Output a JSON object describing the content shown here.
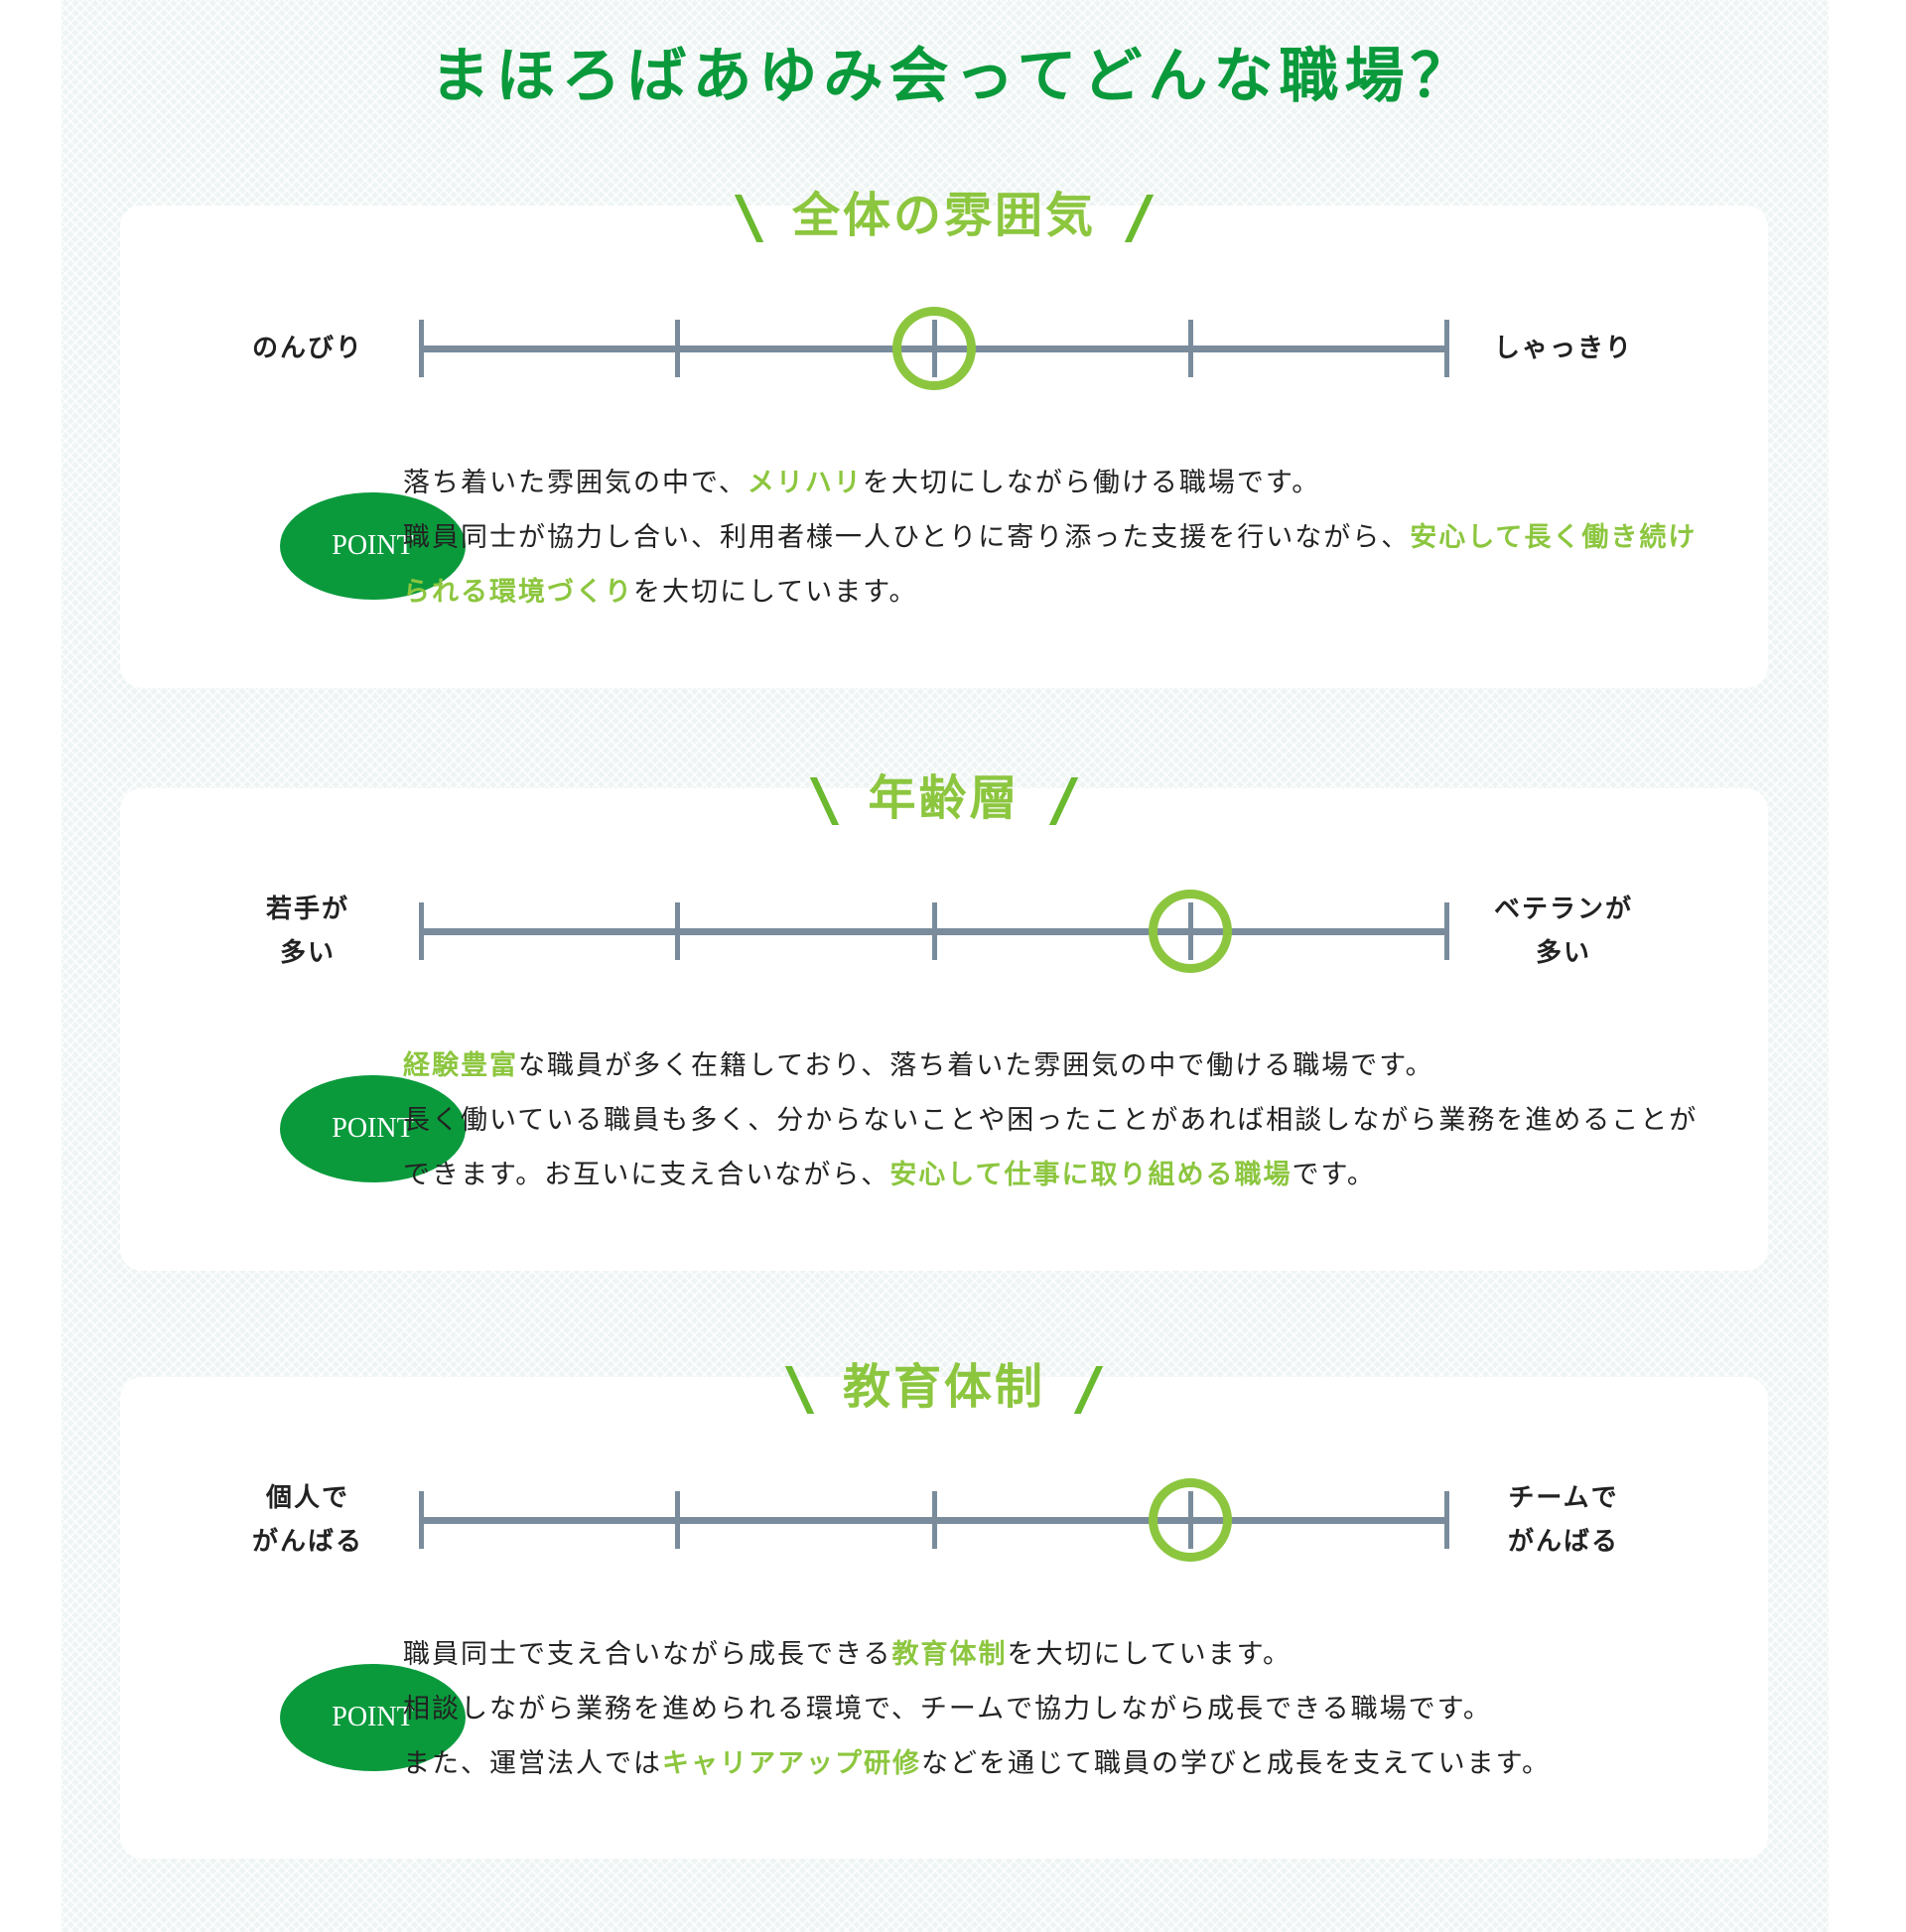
{
  "title": "まほろばあゆみ会ってどんな職場？",
  "colors": {
    "title": "#0a9a3c",
    "accent": "#8cc63f",
    "scale": "#7a8c9c",
    "point": "#0a9a3c"
  },
  "point_label": "POINT",
  "sections": [
    {
      "heading": "全体の雰囲気",
      "left_label": [
        "のんびり"
      ],
      "right_label": [
        "しゃっきり"
      ],
      "ticks": 5,
      "value": 0.5,
      "text": [
        [
          {
            "t": "落ち着いた雰囲気の中で、"
          },
          {
            "t": "メリハリ",
            "hl": true
          },
          {
            "t": "を大切にしながら働ける職場です。"
          }
        ],
        [
          {
            "t": "職員同士が協力し合い、利用者様一人ひとりに寄り添った支援を行いながら、"
          },
          {
            "t": "安心して長く働き続けられる環境づくり",
            "hl": true
          },
          {
            "t": "を大切にしています。"
          }
        ]
      ]
    },
    {
      "heading": "年齢層",
      "left_label": [
        "若手が",
        "多い"
      ],
      "right_label": [
        "ベテランが",
        "多い"
      ],
      "ticks": 5,
      "value": 0.75,
      "text": [
        [
          {
            "t": "経験豊富",
            "hl": true
          },
          {
            "t": "な職員が多く在籍しており、落ち着いた雰囲気の中で働ける職場です。"
          }
        ],
        [
          {
            "t": "長く働いている職員も多く、分からないことや困ったことがあれば相談しながら業務を進めることができます。お互いに支え合いながら、"
          },
          {
            "t": "安心して仕事に取り組める職場",
            "hl": true
          },
          {
            "t": "です。"
          }
        ]
      ]
    },
    {
      "heading": "教育体制",
      "left_label": [
        "個人で",
        "がんばる"
      ],
      "right_label": [
        "チームで",
        "がんばる"
      ],
      "ticks": 5,
      "value": 0.75,
      "text": [
        [
          {
            "t": "職員同士で支え合いながら成長できる"
          },
          {
            "t": "教育体制",
            "hl": true
          },
          {
            "t": "を大切にしています。"
          }
        ],
        [
          {
            "t": "相談しながら業務を進められる環境で、チームで協力しながら成長できる職場です。"
          }
        ],
        [
          {
            "t": "また、運営法人では"
          },
          {
            "t": "キャリアアップ研修",
            "hl": true
          },
          {
            "t": "などを通じて職員の学びと成長を支えています。"
          }
        ]
      ]
    }
  ]
}
